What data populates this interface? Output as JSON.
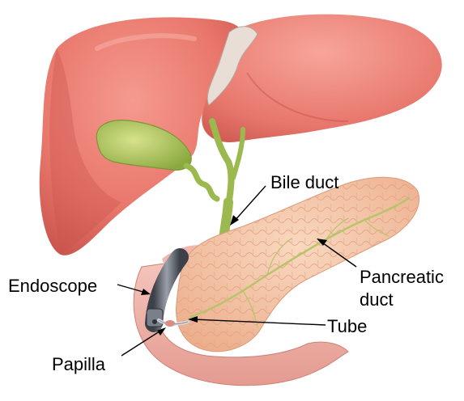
{
  "labels": {
    "bile_duct": "Bile duct",
    "pancreatic_duct_line1": "Pancreatic",
    "pancreatic_duct_line2": "duct",
    "endoscope": "Endoscope",
    "tube": "Tube",
    "papilla": "Papilla"
  },
  "colors": {
    "liver": "#e9776c",
    "liver_shadow": "#c9544c",
    "liver_highlight": "#f6a79c",
    "gallbladder": "#a8c25a",
    "bile_duct": "#9bb94e",
    "pancreas": "#f4c2a0",
    "pancreas_lobule": "#e8a888",
    "duodenum": "#eeb0a6",
    "endoscope": "#555b66",
    "background": "#ffffff"
  }
}
